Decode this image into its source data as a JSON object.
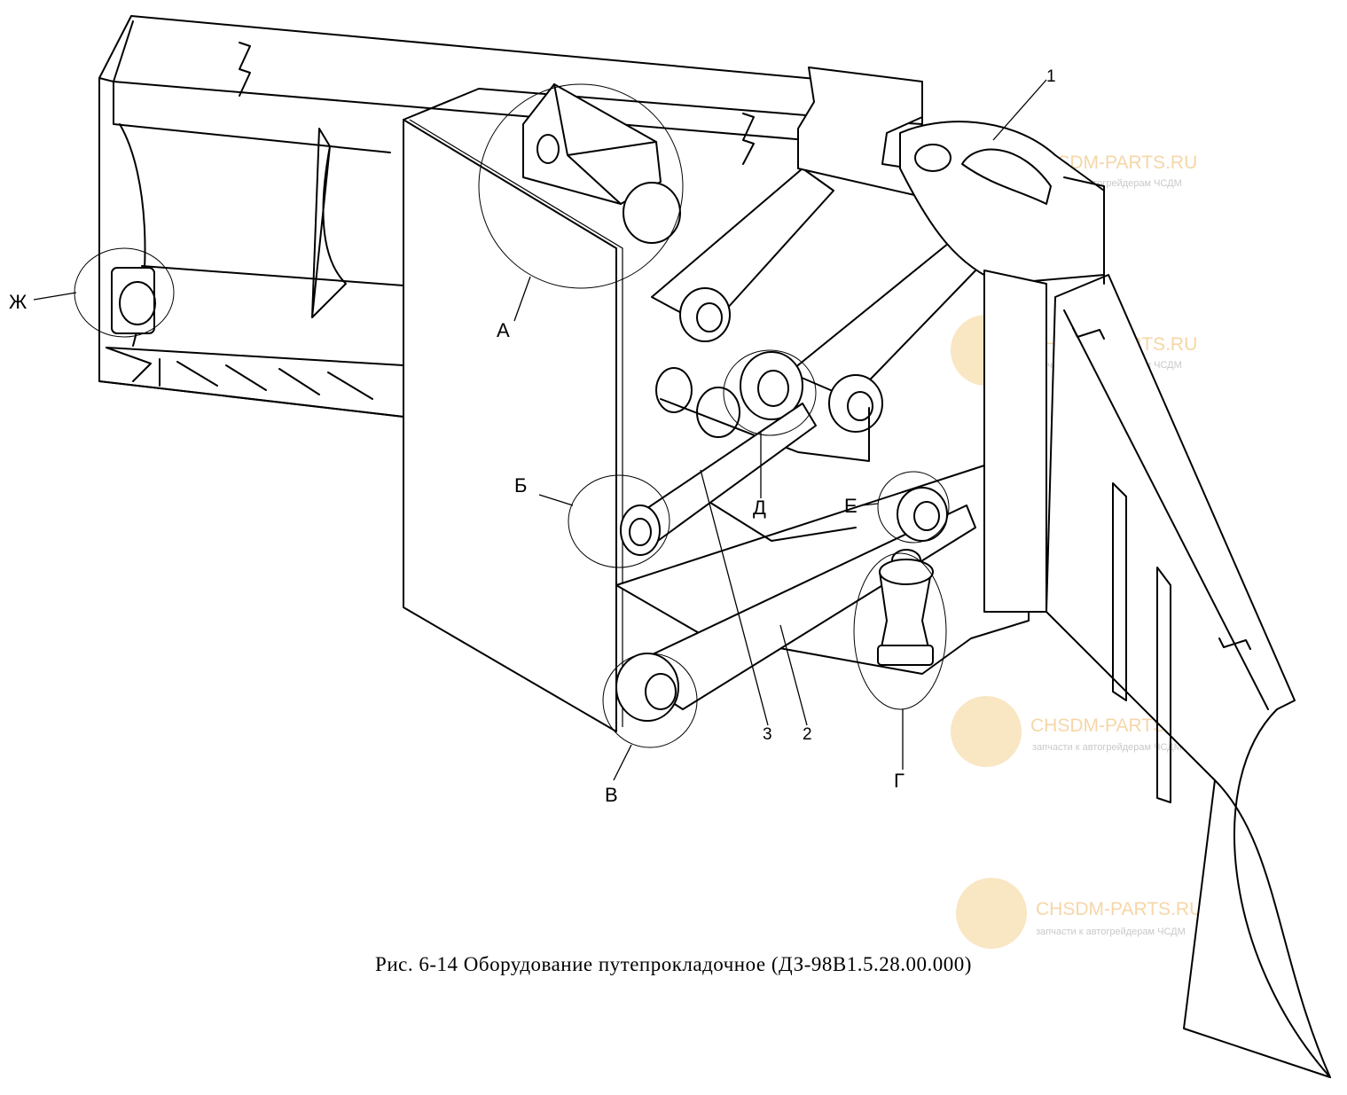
{
  "caption": "Рис. 6-14 Оборудование путепрокладочное (ДЗ-98В1.5.28.00.000)",
  "callouts": {
    "A": "А",
    "B": "Б",
    "V": "В",
    "G": "Г",
    "D": "Д",
    "E": "Е",
    "ZH": "Ж"
  },
  "parts": {
    "p1": "1",
    "p2": "2",
    "p3": "3"
  },
  "watermark": {
    "site": "CHSDM-PARTS.RU",
    "tagline": "запчасти к автогрейдерам ЧСДМ",
    "accent": "#f3c98a"
  }
}
